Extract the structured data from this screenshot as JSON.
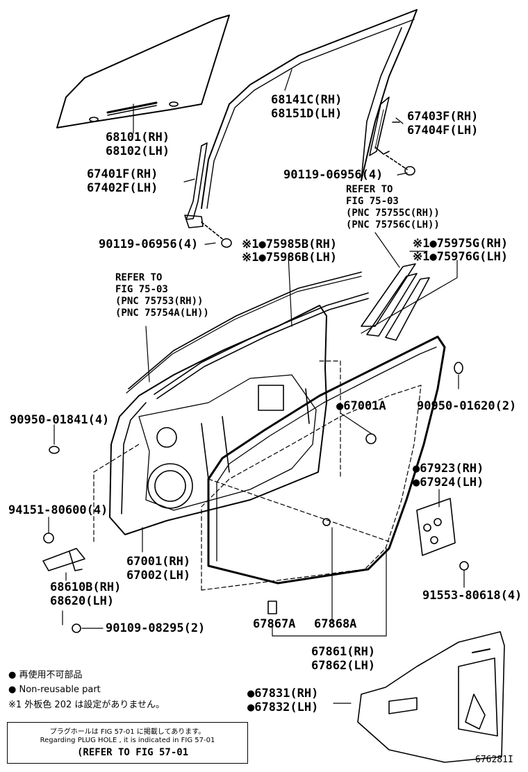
{
  "parts": {
    "glass": [
      "68101(RH)",
      "68102(LH)"
    ],
    "run_channel": [
      "68141C(RH)",
      "68151D(LH)"
    ],
    "rear_channel": [
      "67403F(RH)",
      "67404F(LH)"
    ],
    "front_channel": [
      "67401F(RH)",
      "67402F(LH)"
    ],
    "screw_rear": "90119-06956(4)",
    "screw_front": "90119-06956(4)",
    "refer_rear": [
      "REFER TO",
      "FIG 75-03",
      "(PNC 75755C(RH))",
      "(PNC 75756C(LH))"
    ],
    "molding_b": [
      "※1●75985B(RH)",
      "※1●75986B(LH)"
    ],
    "molding_g": [
      "※1●75975G(RH)",
      "※1●75976G(LH)"
    ],
    "refer_front": [
      "REFER TO",
      "FIG 75-03",
      "(PNC 75753(RH))",
      "(PNC 75754A(LH))"
    ],
    "plug_a": "90950-01841(4)",
    "clip_67001a": "●67001A",
    "plug_b": "90950-01620(2)",
    "cover_plate": [
      "●67923(RH)",
      "●67924(LH)"
    ],
    "bolt_94151": "94151-80600(4)",
    "door_panel": [
      "67001(RH)",
      "67002(LH)"
    ],
    "bolt_91553": "91553-80618(4)",
    "check": [
      "68610B(RH)",
      "68620(LH)"
    ],
    "bolt_90109": "90109-08295(2)",
    "clips": [
      "67867A",
      "67868A"
    ],
    "weatherstrip": [
      "67861(RH)",
      "67862(LH)"
    ],
    "service_hole_cover": [
      "●67831(RH)",
      "●67832(LH)"
    ]
  },
  "legend": {
    "jp": "● 再使用不可部品",
    "en": "● Non-reusable part",
    "note": "※1 外板色 202 は設定がありません。"
  },
  "plug_note": {
    "jp": "プラグホールは FIG 57-01 に掲載してあります。",
    "en": "Regarding PLUG HOLE , it is indicated in FIG 57-01",
    "ref": "(REFER TO FIG 57-01"
  },
  "figure_id": "676281I"
}
